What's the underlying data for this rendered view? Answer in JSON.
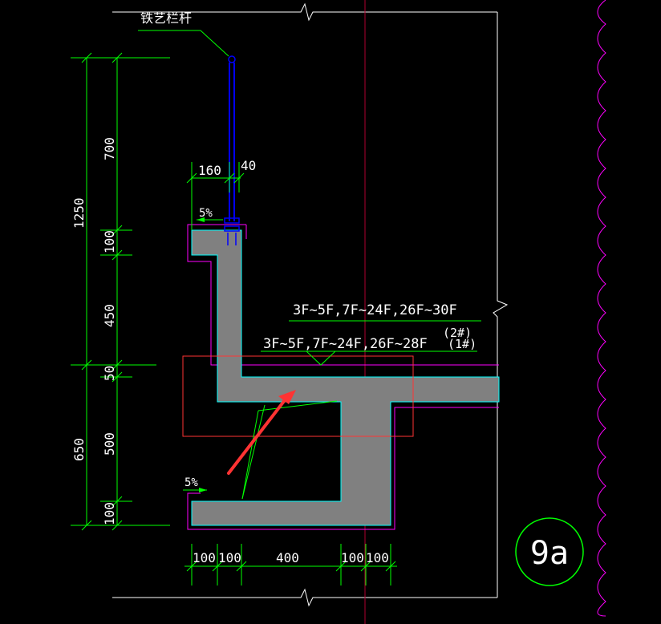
{
  "drawing": {
    "railing_label": "铁艺栏杆",
    "floors_2": "3F~5F,7F~24F,26F~30F",
    "building_2": "(2#)",
    "floors_1": "3F~5F,7F~24F,26F~28F",
    "building_1": "(1#)",
    "detail_mark": "9a",
    "slope_top": "5%",
    "slope_bottom": "5%",
    "colors": {
      "background": "#000000",
      "dimension": "#00ff00",
      "section_fill": "#808080",
      "section_outline": "#00ffff",
      "finish_outline": "#ff00ff",
      "railing": "#0000ff",
      "marker": "#ff3333",
      "axis": "#b00030",
      "boundary": "#ffffff"
    }
  },
  "dimensions": {
    "left_outer": {
      "total_upper": "1250",
      "total_lower": "650"
    },
    "left_inner": [
      "700",
      "100",
      "450",
      "50",
      "500",
      "100"
    ],
    "top": [
      "160",
      "40"
    ],
    "bottom": [
      "100",
      "100",
      "400",
      "100",
      "100"
    ]
  }
}
